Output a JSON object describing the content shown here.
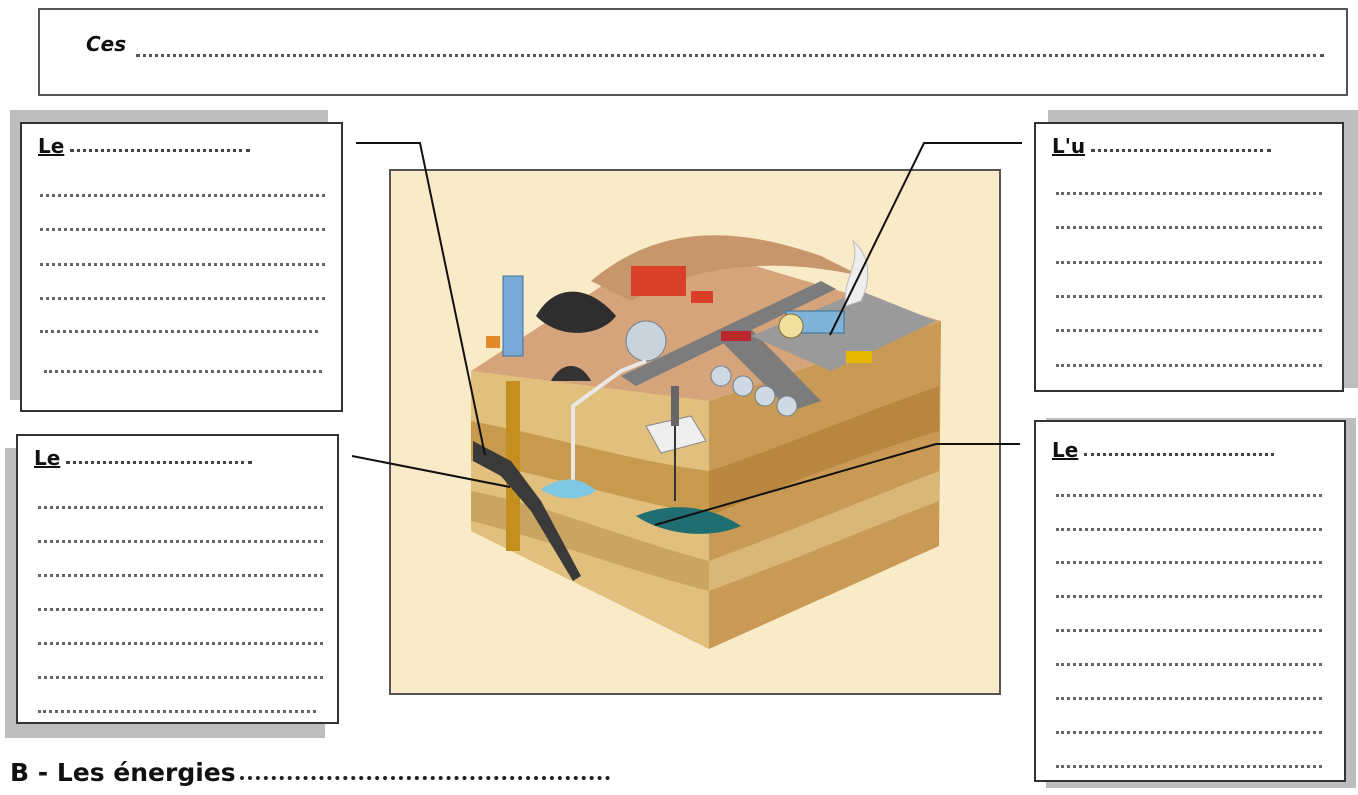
{
  "top": {
    "lead": "Ces"
  },
  "cards": {
    "top_left": {
      "heading": "Le"
    },
    "bottom_left": {
      "heading": "Le"
    },
    "top_right": {
      "heading": "L'u"
    },
    "bottom_right": {
      "heading": "Le"
    }
  },
  "footer": {
    "text": "B - Les énergies"
  },
  "colors": {
    "background": "#ffffff",
    "diagram_bg": "#faebc8",
    "soil_top": "#d8a77a",
    "soil_side": "#d7b16a",
    "shadow": "#bdbdbd"
  }
}
